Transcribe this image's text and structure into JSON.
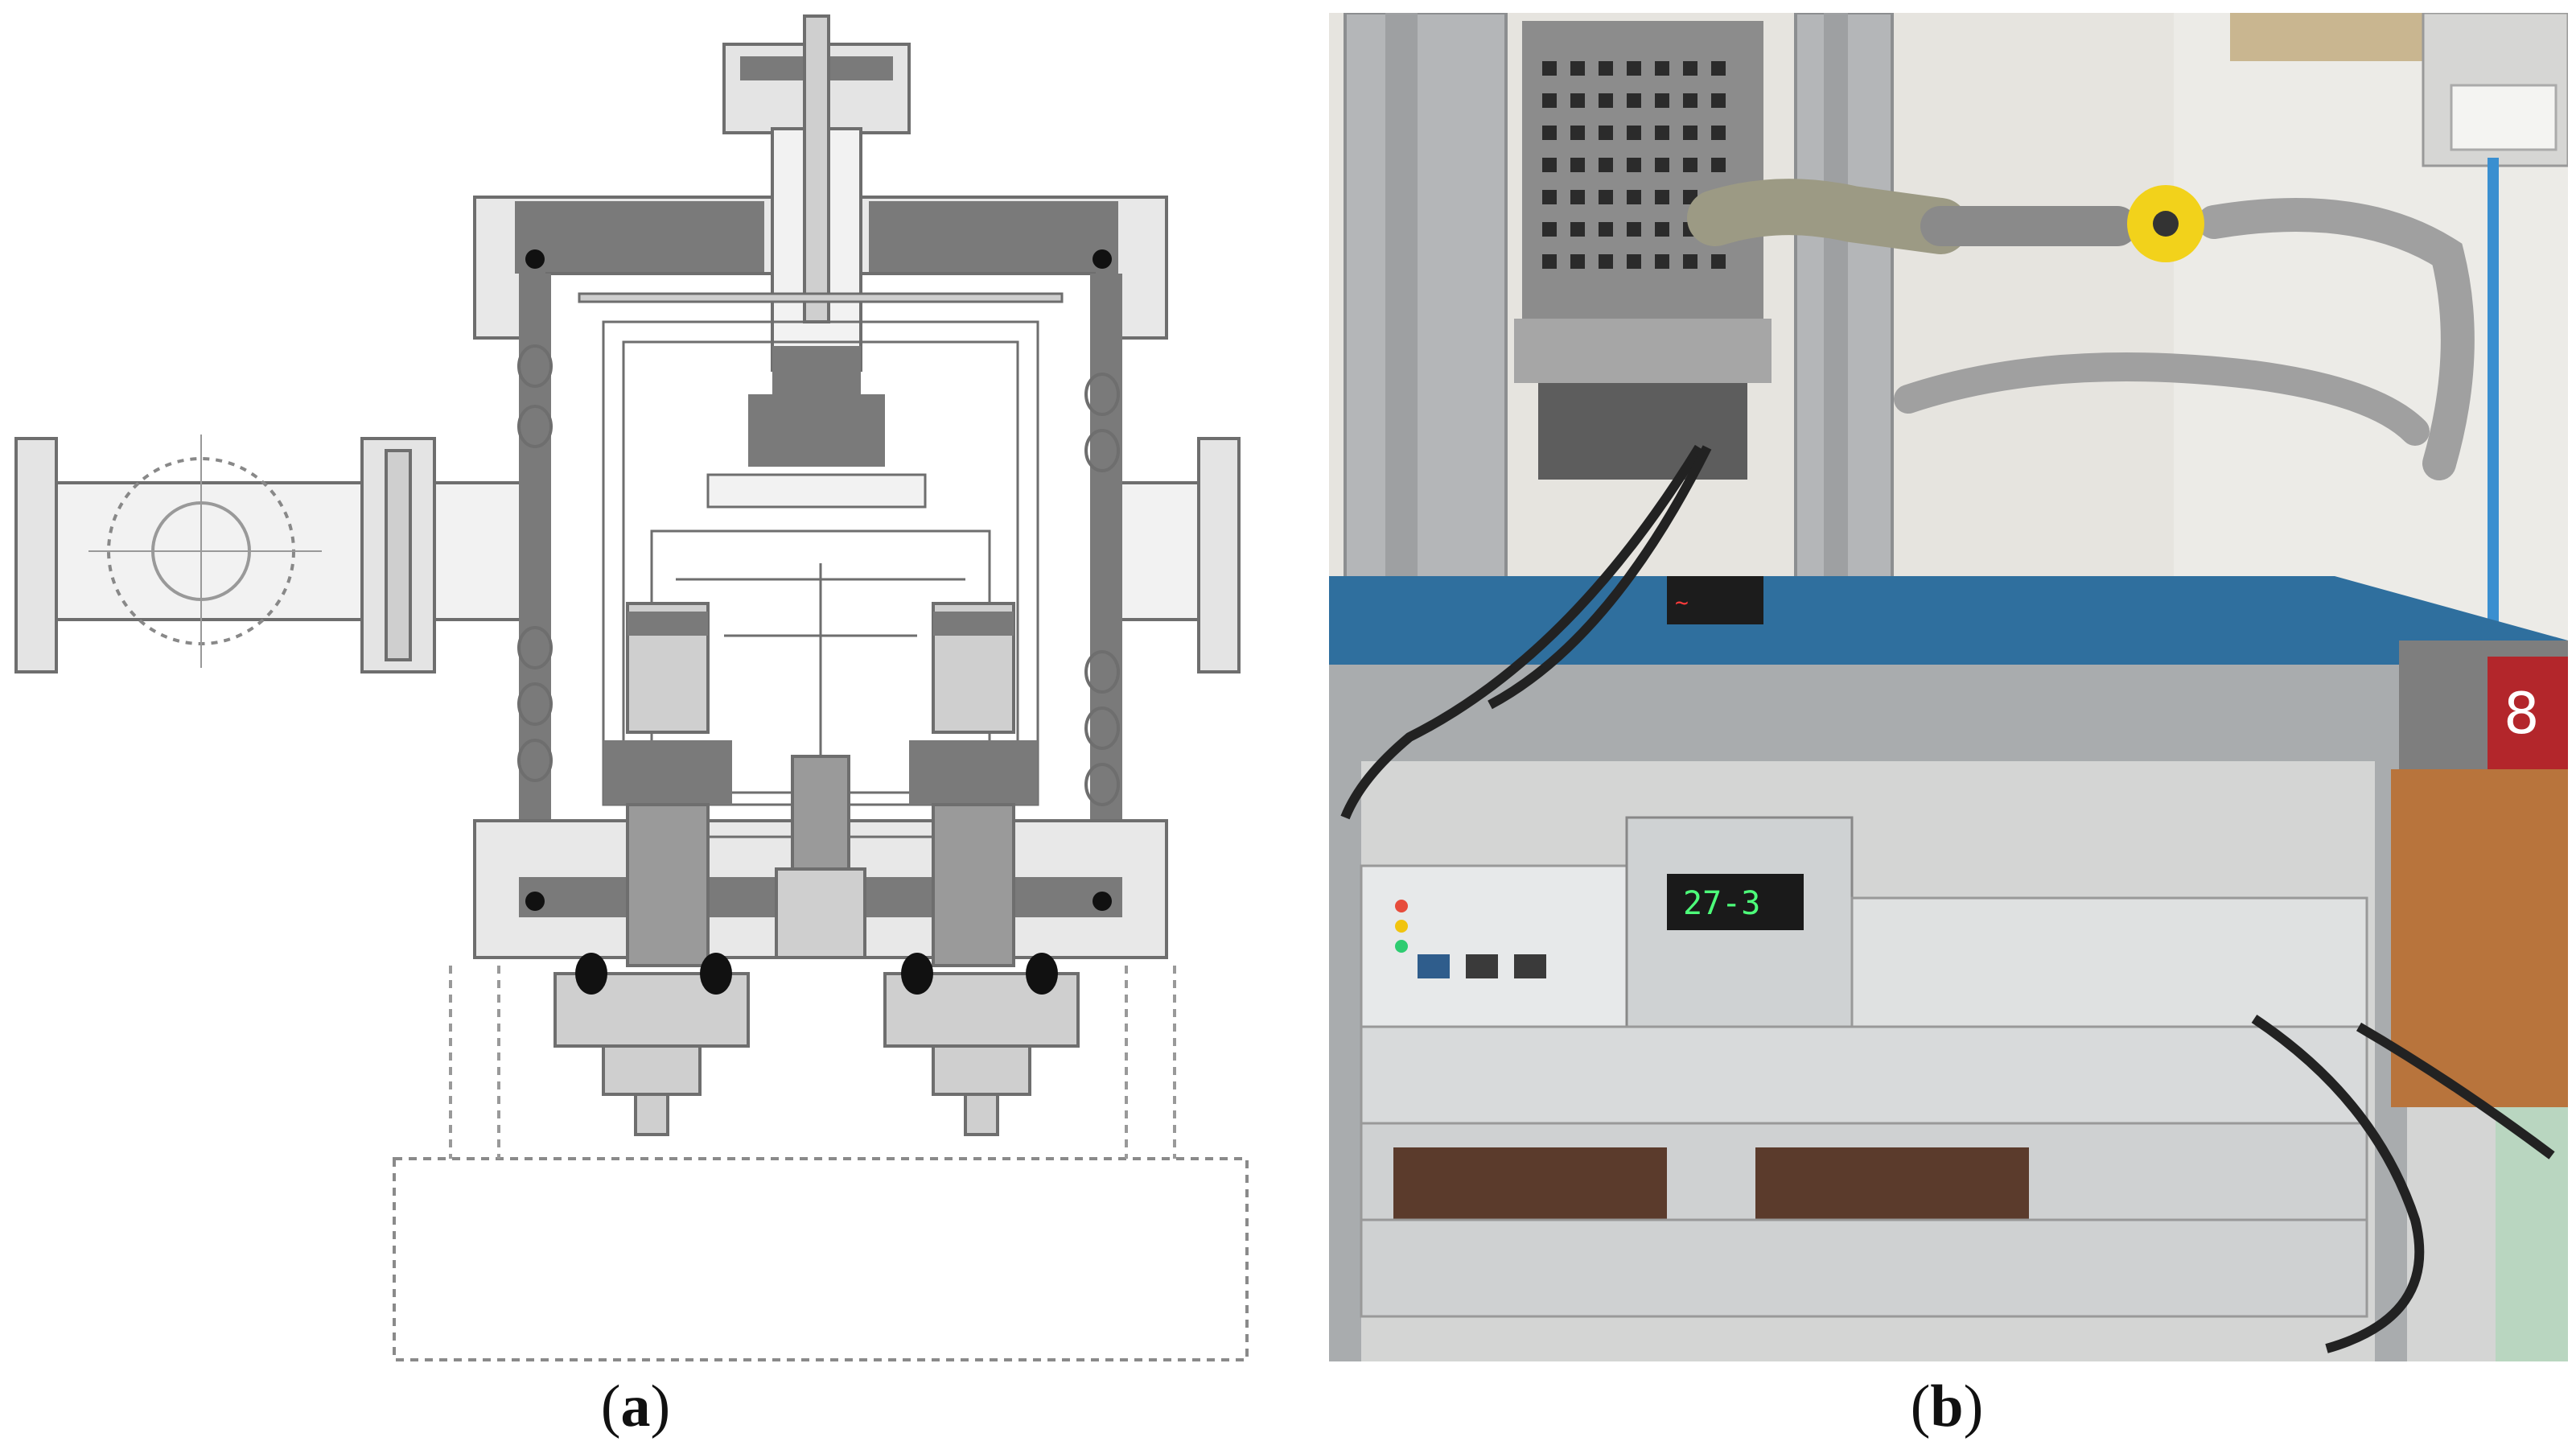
{
  "figure": {
    "panel_a": {
      "label_open": "(",
      "label_letter": "a",
      "label_close": ")"
    },
    "panel_b": {
      "label_open": "(",
      "label_letter": "b",
      "label_close": ")",
      "pump_number": "8",
      "controller_display": "27-3"
    }
  },
  "colors": {
    "drawing_dark": "#6e6e6e",
    "drawing_mid": "#9a9a9a",
    "drawing_light": "#cfcfcf",
    "table_blue": "#2f6f9e",
    "floor_green": "#b9d6c0",
    "wood": "#b8743c",
    "pump_red": "#b3262b",
    "flange_yellow": "#f2d21b"
  }
}
